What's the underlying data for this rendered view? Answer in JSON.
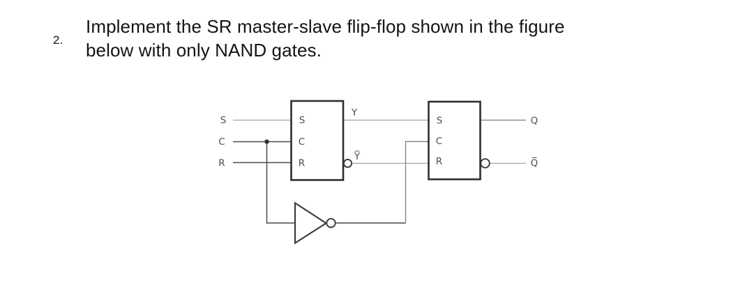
{
  "question": {
    "number": "2.",
    "lines": [
      "Implement the SR master-slave flip-flop shown in the figure",
      "below with only NAND gates."
    ]
  },
  "circuit": {
    "external_inputs": {
      "s": "S",
      "c": "C",
      "r": "R"
    },
    "master_block": {
      "s": "S",
      "c": "C",
      "r": "R"
    },
    "slave_block": {
      "s": "S",
      "c": "C",
      "r": "R"
    },
    "internal_signals": {
      "y": "Y",
      "y_bar": "Y̅"
    },
    "outputs": {
      "q": "Q",
      "q_bar": "Q̅"
    },
    "colors": {
      "ink": "#2e2e2e",
      "wire_dark": "#4a4a4a",
      "wire_light": "#a3a3a3",
      "background": "#ffffff"
    }
  }
}
